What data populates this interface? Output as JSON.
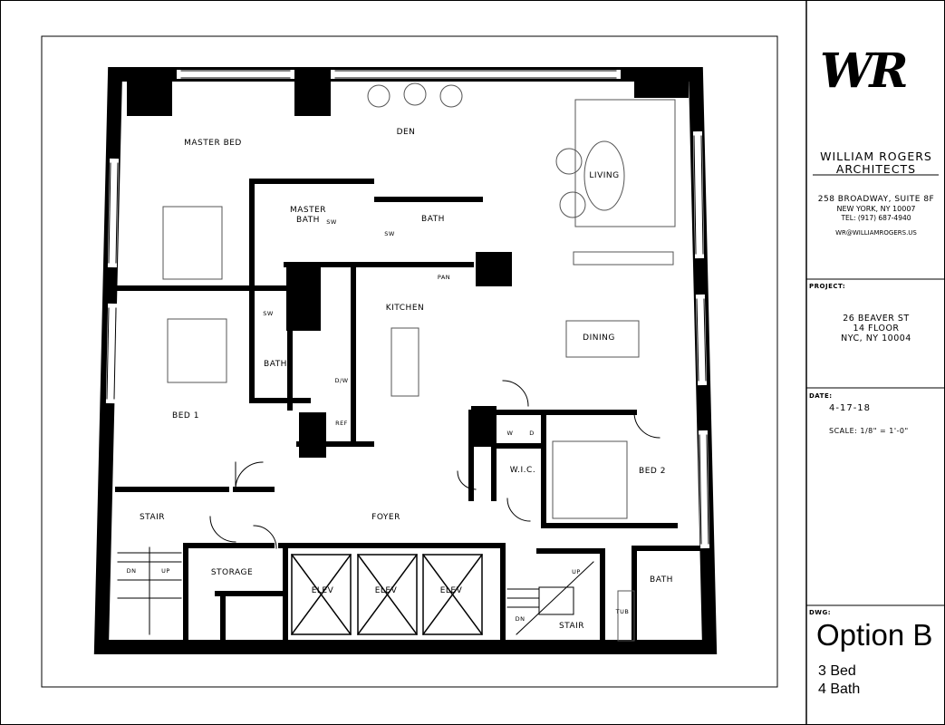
{
  "title_block": {
    "logo": "WR",
    "firm_name": "WILLIAM ROGERS",
    "firm_sub": "ARCHITECTS",
    "address_1": "258 BROADWAY, SUITE 8F",
    "address_2": "NEW YORK, NY 10007",
    "tel": "TEL: (917) 687-4940",
    "email": "WR@WILLIAMROGERS.US",
    "project_caption": "PROJECT:",
    "project_1": "26 BEAVER ST",
    "project_2": "14 FLOOR",
    "project_3": "NYC, NY 10004",
    "date_caption": "DATE:",
    "date": "4-17-18",
    "scale": "SCALE: 1/8\" = 1'-0\"",
    "dwg_caption": "DWG:",
    "dwg_title": "Option B",
    "beds": "3 Bed",
    "baths": "4 Bath"
  },
  "rooms": {
    "master_bed": "MASTER BED",
    "den": "DEN",
    "living": "LIVING",
    "master_bath": "MASTER\nBATH",
    "sw1": "SW",
    "sw2": "SW",
    "sw3": "SW",
    "bath1": "BATH",
    "pan": "PAN",
    "kitchen": "KITCHEN",
    "dining": "DINING",
    "bath2": "BATH",
    "dw": "D/W",
    "ref": "REF",
    "bed1": "BED 1",
    "washer": "W",
    "dryer": "D",
    "wic": "W.I.C.",
    "bed2": "BED 2",
    "stair1": "STAIR",
    "foyer": "FOYER",
    "storage": "STORAGE",
    "elev1": "ELEV",
    "elev2": "ELEV",
    "elev3": "ELEV",
    "dn1": "DN",
    "up1": "UP",
    "up2": "UP",
    "dn2": "DN",
    "stair2": "STAIR",
    "bath3": "BATH",
    "tub": "TUB"
  }
}
